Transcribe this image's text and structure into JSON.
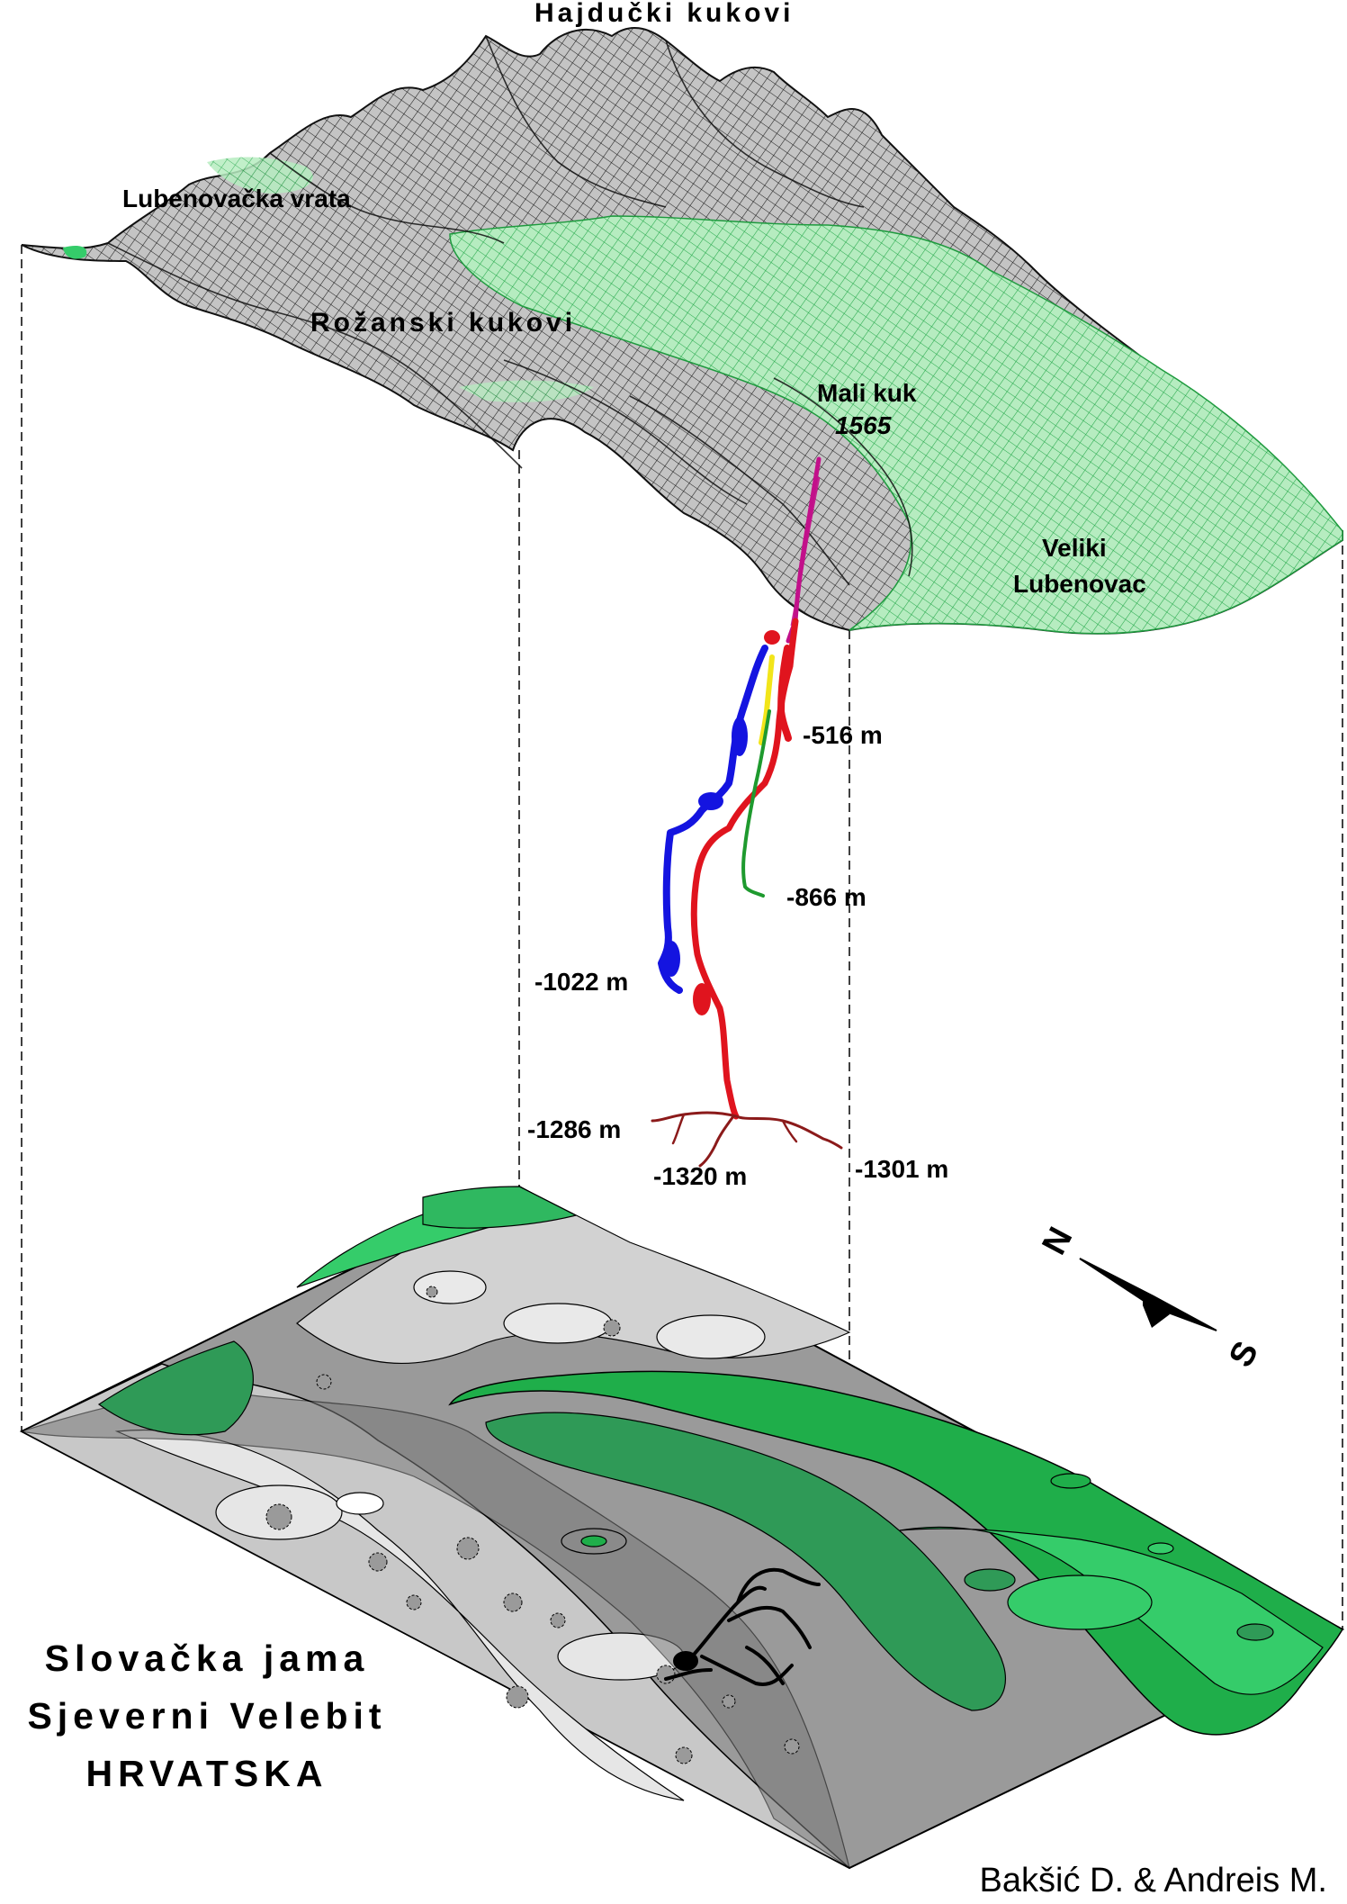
{
  "map": {
    "peaks": {
      "hajducki": "Hajdučki kukovi",
      "lubenovacka": "Lubenovačka vrata",
      "rozanski": "Rožanski kukovi",
      "mali_kuk": "Mali kuk",
      "mali_kuk_elev": "1565",
      "veliki_1": "Veliki",
      "veliki_2": "Lubenovac"
    },
    "depths": {
      "d516": "-516 m",
      "d866": "-866 m",
      "d1022": "-1022 m",
      "d1286": "-1286 m",
      "d1320": "-1320 m",
      "d1301": "-1301 m"
    },
    "compass": {
      "north": "N",
      "south": "S"
    },
    "title": {
      "line1": "Slovačka jama",
      "line2": "Sjeverni Velebit",
      "line3": "HRVATSKA"
    },
    "credit": "Bakšić D. & Andreis M.",
    "colors": {
      "mesh_gray": "#bdbdbd",
      "mesh_green": "#8fdb9a",
      "contour_light": "#e8e8e8",
      "contour_mid": "#bfbfbf",
      "contour_dark": "#8c8c8c",
      "contour_darker": "#6e6e6e",
      "green_dark": "#2f9a57",
      "green_mid": "#1fae4a",
      "green_light": "#35cc6a",
      "cave_red": "#e0141e",
      "cave_blue": "#1414e0",
      "cave_green": "#1e9a2e",
      "cave_yellow": "#f2e51a",
      "cave_magenta": "#c2108a",
      "cave_darkred": "#8b1a1a"
    }
  }
}
